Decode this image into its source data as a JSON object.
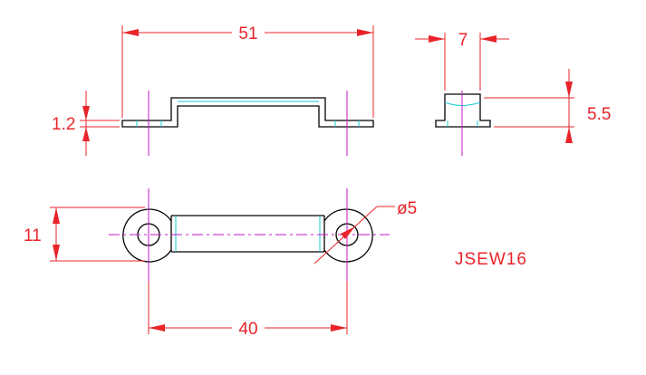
{
  "dimensions": {
    "overall_length": "51",
    "thickness": "1.2",
    "width_side": "7",
    "height_side": "5.5",
    "width_top": "11",
    "hole_diameter": "ø5",
    "hole_spacing": "40"
  },
  "part_number": "JSEW16",
  "colors": {
    "outline": "#000000",
    "dimension": "#e8242a",
    "centerline": "#c218c8",
    "hidden": "#19c8d2"
  }
}
